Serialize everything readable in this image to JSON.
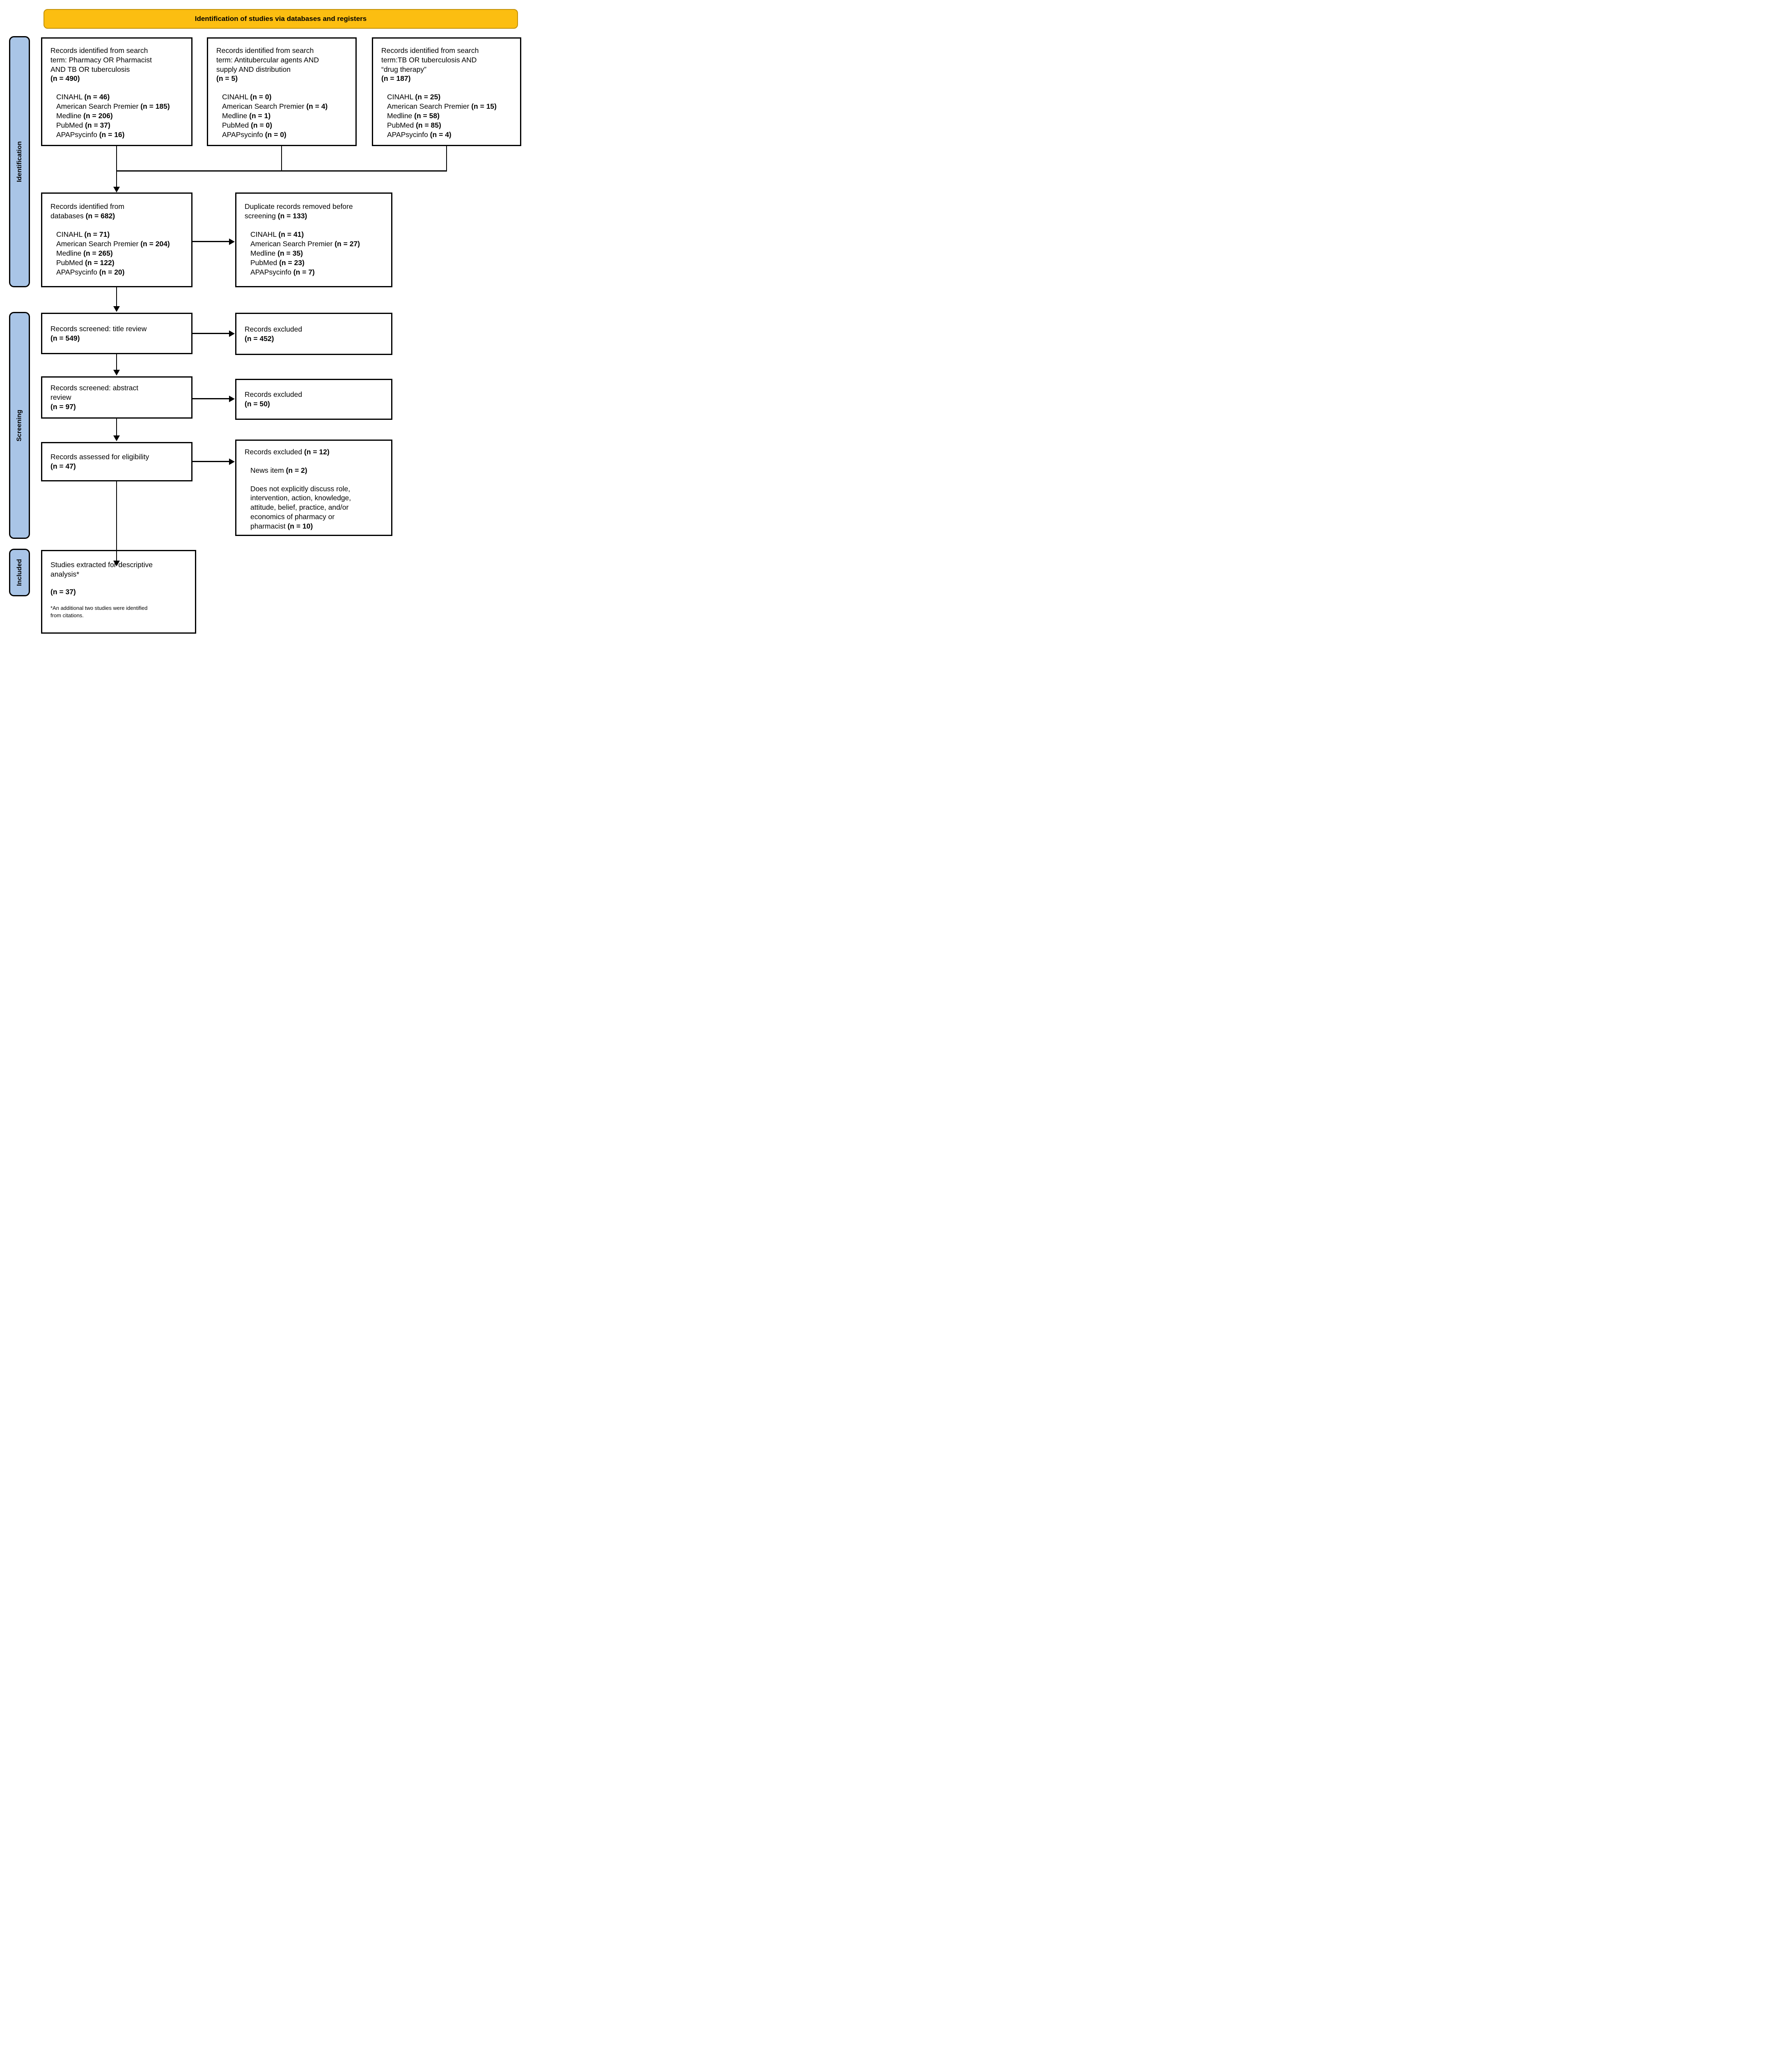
{
  "banner": {
    "title": "Identification of studies via databases and registers"
  },
  "sidebar": {
    "stages": [
      {
        "label": "Identification"
      },
      {
        "label": "Screening"
      },
      {
        "label": "Included"
      }
    ]
  },
  "colors": {
    "banner_fill": "#fcbe11",
    "banner_border": "#c29008",
    "stage_fill": "#a9c5e7",
    "box_border": "#000000",
    "box_fill": "#ffffff"
  },
  "boxes": {
    "search1": {
      "intro": "Records identified from search\nterm: Pharmacy OR Pharmacist\nAND TB OR tuberculosis",
      "n": "(n = 490)",
      "sources": [
        {
          "name": "CINAHL",
          "n": "(n = 46)"
        },
        {
          "name": "American Search Premier",
          "n": "(n = 185)"
        },
        {
          "name": "Medline",
          "n": "(n = 206)"
        },
        {
          "name": "PubMed",
          "n": "(n = 37)"
        },
        {
          "name": "APAPsycinfo",
          "n": "(n = 16)"
        }
      ]
    },
    "search2": {
      "intro": "Records identified from search\nterm: Antitubercular agents AND\nsupply AND distribution",
      "n": "(n = 5)",
      "sources": [
        {
          "name": "CINAHL",
          "n": "(n = 0)"
        },
        {
          "name": "American Search Premier",
          "n": "(n = 4)"
        },
        {
          "name": "Medline",
          "n": "(n = 1)"
        },
        {
          "name": "PubMed",
          "n": "(n = 0)"
        },
        {
          "name": "APAPsycinfo",
          "n": "(n = 0)"
        }
      ]
    },
    "search3": {
      "intro": "Records identified from search\nterm:TB OR tuberculosis AND\n“drug therapy”",
      "n": "(n = 187)",
      "sources": [
        {
          "name": "CINAHL",
          "n": "(n = 25)"
        },
        {
          "name": "American Search Premier",
          "n": "(n = 15)"
        },
        {
          "name": "Medline",
          "n": "(n = 58)"
        },
        {
          "name": "PubMed",
          "n": "(n = 85)"
        },
        {
          "name": "APAPsycinfo",
          "n": "(n = 4)"
        }
      ]
    },
    "databases": {
      "intro": "Records identified from\ndatabases",
      "n": "(n = 682)",
      "sources": [
        {
          "name": "CINAHL",
          "n": "(n = 71)"
        },
        {
          "name": "American Search Premier",
          "n": "(n = 204)"
        },
        {
          "name": "Medline",
          "n": "(n = 265)"
        },
        {
          "name": "PubMed",
          "n": "(n = 122)"
        },
        {
          "name": "APAPsycinfo",
          "n": "(n = 20)"
        }
      ]
    },
    "duplicates": {
      "intro": "Duplicate records removed before\nscreening",
      "n": "(n = 133)",
      "sources": [
        {
          "name": "CINAHL",
          "n": "(n = 41)"
        },
        {
          "name": "American Search Premier",
          "n": "(n = 27)"
        },
        {
          "name": "Medline",
          "n": "(n = 35)"
        },
        {
          "name": "PubMed",
          "n": "(n = 23)"
        },
        {
          "name": "APAPsycinfo",
          "n": "(n = 7)"
        }
      ]
    },
    "title_review": {
      "text": "Records screened: title review",
      "n": "(n = 549)"
    },
    "excluded_title": {
      "text": "Records excluded",
      "n": "(n = 452)"
    },
    "abstract_review": {
      "text": "Records screened: abstract\nreview",
      "n": "(n = 97)"
    },
    "excluded_abstract": {
      "text": "Records excluded",
      "n": "(n = 50)"
    },
    "eligibility": {
      "text": "Records assessed for eligibility",
      "n": "(n = 47)"
    },
    "excluded_eligibility": {
      "text": "Records excluded",
      "n": "(n = 12)",
      "reasons": [
        {
          "text": "News item",
          "n": "(n = 2)"
        },
        {
          "text": "Does not explicitly discuss role,\nintervention, action, knowledge,\nattitude, belief, practice, and/or\neconomics of pharmacy or\npharmacist",
          "n": "(n = 10)"
        }
      ]
    },
    "included_studies": {
      "text": "Studies extracted for descriptive\nanalysis*",
      "n": "(n = 37)",
      "footnote": "*An additional two studies were identified\nfrom citations."
    }
  }
}
